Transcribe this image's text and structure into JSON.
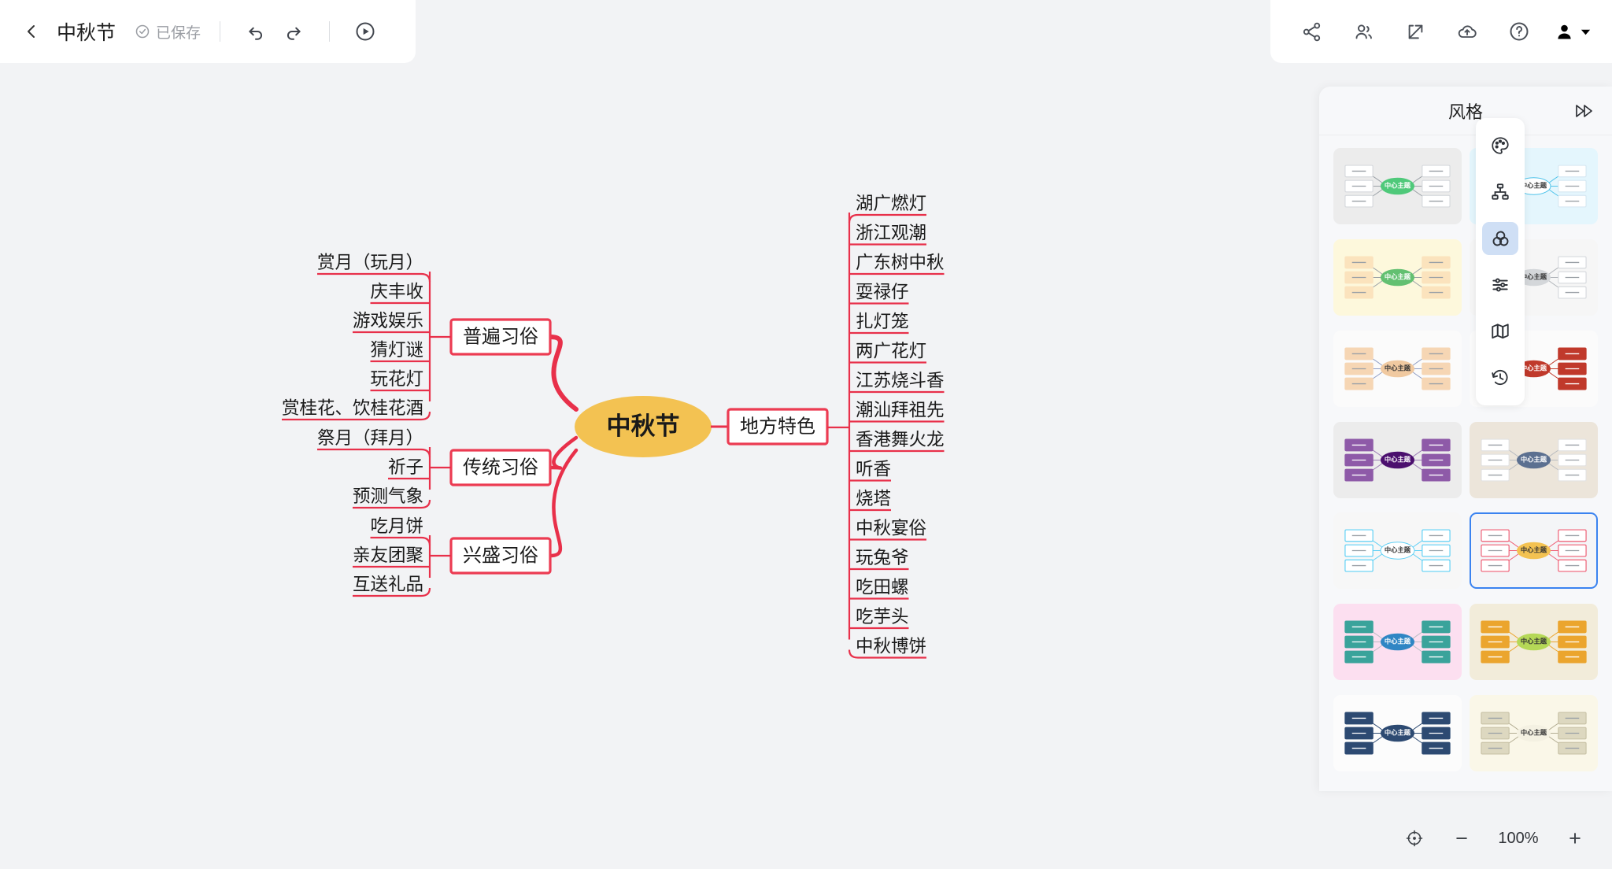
{
  "header": {
    "back_icon": "chevron-left-icon",
    "title": "中秋节",
    "save_status": "已保存",
    "save_icon": "check-circle-icon",
    "undo_icon": "undo-icon",
    "redo_icon": "redo-icon",
    "present_icon": "play-circle-icon",
    "share_icon": "share-icon",
    "collaborate_icon": "people-icon",
    "export_icon": "export-icon",
    "cloud_icon": "cloud-upload-icon",
    "help_icon": "question-circle-icon",
    "account_icon": "user-icon",
    "account_caret_icon": "caret-down-icon"
  },
  "mindmap": {
    "root": "中秋节",
    "root_fill": "#f5c council",
    "branches": [
      {
        "title": "普遍习俗",
        "side": "left",
        "children": [
          "赏月（玩月）",
          "庆丰收",
          "游戏娱乐",
          "猜灯谜",
          "玩花灯",
          "赏桂花、饮桂花酒"
        ]
      },
      {
        "title": "传统习俗",
        "side": "left",
        "children": [
          "祭月（拜月）",
          "祈子",
          "预测气象"
        ]
      },
      {
        "title": "兴盛习俗",
        "side": "left",
        "children": [
          "吃月饼",
          "亲友团聚",
          "互送礼品"
        ]
      },
      {
        "title": "地方特色",
        "side": "right",
        "children": [
          "湖广燃灯",
          "浙江观潮",
          "广东树中秋",
          "耍禄仔",
          "扎灯笼",
          "两广花灯",
          "江苏烧斗香",
          "潮汕拜祖先",
          "香港舞火龙",
          "听香",
          "烧塔",
          "中秋宴俗",
          "玩兔爷",
          "吃田螺",
          "吃芋头",
          "中秋博饼"
        ]
      }
    ],
    "colors": {
      "root_fill": "#f3c252",
      "branch_line": "#e8304a",
      "node_border": "#ec3b52",
      "node_fill": "#ffffff",
      "text": "#1a1a1a"
    }
  },
  "toolrail": {
    "items": [
      {
        "icon": "palette-icon",
        "active": false
      },
      {
        "icon": "hierarchy-icon",
        "active": false
      },
      {
        "icon": "color-circles-icon",
        "active": true
      },
      {
        "icon": "sliders-icon",
        "active": false
      },
      {
        "icon": "map-icon",
        "active": false
      },
      {
        "icon": "history-icon",
        "active": false
      }
    ]
  },
  "style_panel": {
    "title": "风格",
    "collapse_icon": "collapse-right-icon",
    "thumb_center_label": "中心主题",
    "thumbs": [
      {
        "bg": "#ececec",
        "center": "#4fc97a",
        "centerText": "#ffffff",
        "box": "#ffffff",
        "boxBorder": "#d6d9dd",
        "line": "#9aa0a6",
        "selected": false
      },
      {
        "bg": "#e4f6fd",
        "center": "#ffffff",
        "centerText": "#333333",
        "box": "#ffffff",
        "boxBorder": "#d6e8f2",
        "line": "#4fc3ea",
        "selected": false
      },
      {
        "bg": "#fdf8dc",
        "center": "#63c071",
        "centerText": "#ffffff",
        "box": "#fbe3bd",
        "boxBorder": "#fbe3bd",
        "line": "#9aa0a6",
        "selected": false
      },
      {
        "bg": "#f6f6f6",
        "center": "#d4d7da",
        "centerText": "#333333",
        "box": "#ffffff",
        "boxBorder": "#d6d9dd",
        "line": "#b0b4b9",
        "selected": false
      },
      {
        "bg": "#fbfbfb",
        "center": "#f0c9a0",
        "centerText": "#333333",
        "box": "#f6d6b4",
        "boxBorder": "#f6d6b4",
        "line": "#8f9dc4",
        "selected": false
      },
      {
        "bg": "#fbfbfb",
        "center": "#c0392b",
        "centerText": "#ffffff",
        "box": "#c0392b",
        "boxBorder": "#c0392b",
        "line": "#c0392b",
        "selected": false
      },
      {
        "bg": "#ececec",
        "center": "#4b0f6e",
        "centerText": "#ffffff",
        "box": "#8e5aa8",
        "boxBorder": "#8e5aa8",
        "line": "#9b7bb5",
        "selected": false
      },
      {
        "bg": "#ece5da",
        "center": "#5c7090",
        "centerText": "#ffffff",
        "box": "#ffffff",
        "boxBorder": "#e2e2e2",
        "line": "#b9bcc0",
        "selected": false
      },
      {
        "bg": "#f7f7f7",
        "center": "#ffffff",
        "centerText": "#333333",
        "box": "#ffffff",
        "boxBorder": "#5fd0f5",
        "line": "#5fd0f5",
        "selected": false
      },
      {
        "bg": "#f4f5f7",
        "center": "#f3c252",
        "centerText": "#333333",
        "box": "#ffffff",
        "boxBorder": "#ef5e74",
        "line": "#ef5e74",
        "selected": true
      },
      {
        "bg": "#fcdff0",
        "center": "#2f86c4",
        "centerText": "#ffffff",
        "box": "#3aa39b",
        "boxBorder": "#3aa39b",
        "line": "#b7bcc2",
        "selected": false
      },
      {
        "bg": "#f2ecda",
        "center": "#b5d857",
        "centerText": "#333333",
        "box": "#eba52e",
        "boxBorder": "#eba52e",
        "line": "#eba52e",
        "selected": false
      },
      {
        "bg": "#fcfcfc",
        "center": "#2d4a72",
        "centerText": "#ffffff",
        "box": "#2d4a72",
        "boxBorder": "#2d4a72",
        "line": "#2d4a72",
        "selected": false
      },
      {
        "bg": "#faf7e8",
        "center": "#f4f1e2",
        "centerText": "#333333",
        "box": "#ddd8c0",
        "boxBorder": "#c9c3a7",
        "line": "#b3ad93",
        "selected": false
      }
    ]
  },
  "zoombar": {
    "fit_icon": "target-center-icon",
    "minus_label": "−",
    "level": "100%",
    "plus_label": "+"
  }
}
